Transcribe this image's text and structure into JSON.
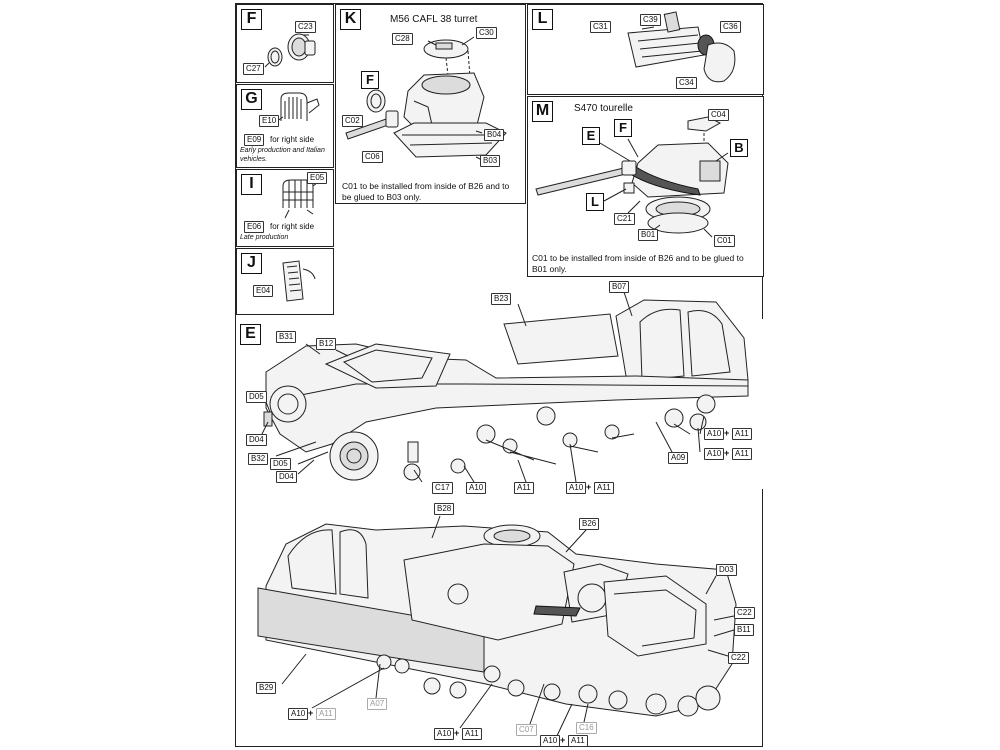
{
  "panels": {
    "F": {
      "letter": "F",
      "parts": [
        "C23",
        "C27"
      ]
    },
    "G": {
      "letter": "G",
      "parts": [
        "E10",
        "E09"
      ],
      "side_note": "for right side",
      "caption": "Early production and Italian vehicles."
    },
    "I": {
      "letter": "I",
      "parts": [
        "E05",
        "E06"
      ],
      "side_note": "for right side",
      "caption": "Late production"
    },
    "J": {
      "letter": "J",
      "parts": [
        "E04"
      ]
    },
    "K": {
      "letter": "K",
      "title": "M56 CAFL 38 turret",
      "parts": [
        "C28",
        "C30",
        "C02",
        "B04",
        "C06",
        "B03"
      ],
      "callout": "F",
      "note": "C01 to be installed from inside of B26 and to be glued to B03 only."
    },
    "L": {
      "letter": "L",
      "parts": [
        "C39",
        "C36",
        "C31",
        "C34"
      ]
    },
    "M": {
      "letter": "M",
      "title": "S470 tourelle",
      "parts": [
        "C04",
        "B01",
        "C21",
        "C01"
      ],
      "callouts": [
        "E",
        "F",
        "B",
        "L"
      ],
      "note": "C01 to be installed from inside of B26 and to be glued to B01 only."
    },
    "E": {
      "letter": "E",
      "parts": [
        "B23",
        "B07",
        "B31",
        "B12",
        "D05",
        "D04",
        "B32",
        "D05",
        "D04",
        "C17",
        "A10",
        "A11",
        "A10",
        "A11",
        "A09",
        "A10",
        "A11",
        "A10",
        "A11"
      ]
    },
    "lower": {
      "parts": [
        "B28",
        "B26",
        "D03",
        "C22",
        "B11",
        "C22",
        "B29",
        "A10",
        "A11",
        "A07",
        "A10",
        "A11",
        "C07",
        "C16",
        "A10",
        "A11"
      ]
    }
  },
  "plus_sign": "+"
}
